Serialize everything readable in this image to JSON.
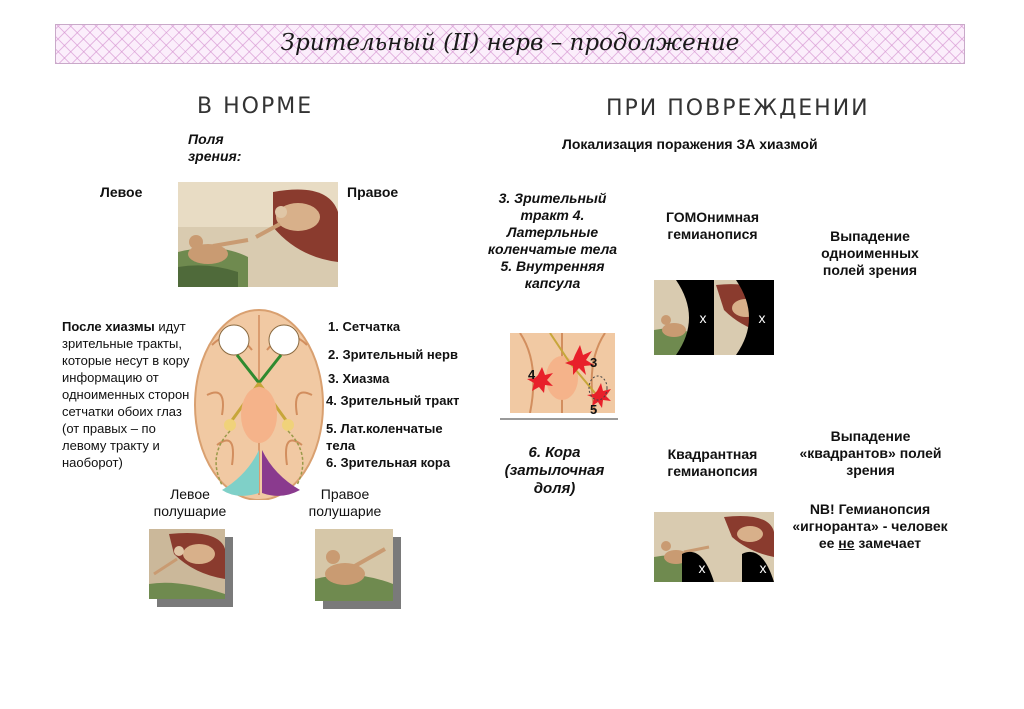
{
  "title": "Зрительный (II) нерв – продолжение",
  "norm": {
    "heading": "В НОРМЕ",
    "fields_label": "Поля зрения:",
    "left_label": "Левое",
    "right_label": "Правое",
    "after_chiasm_bold": "После хиазмы",
    "after_chiasm_text": " идут зрительные тракты, которые несут в кору информацию от одноименных сторон сетчатки обоих глаз (от правых – по левому тракту и наоборот)",
    "legend": [
      "1. Сетчатка",
      "2. Зрительный нерв",
      "3. Хиазма",
      "4. Зрительный тракт",
      "5. Лат.коленчатые тела",
      "6. Зрительная кора"
    ],
    "left_hemisphere": "Левое полушарие",
    "right_hemisphere": "Правое полушарие"
  },
  "damage": {
    "heading": "ПРИ ПОВРЕЖДЕНИИ",
    "localization": "Локализация поражения ЗА хиазмой",
    "structures_top": "3. Зрительный тракт 4. Латерльные коленчатые тела 5. Внутренняя капсула",
    "marker_labels": [
      "3",
      "4",
      "5"
    ],
    "homonymous_label": "ГОМОнимная гемианопися",
    "homonymous_desc": "Выпадение одноименных полей зрения",
    "x_mark": "x",
    "cortex_label": "6. Кора (затылочная доля)",
    "quadrant_label": "Квадрантная гемианопсия",
    "quadrant_desc": "Выпадение «квадрантов» полей зрения",
    "nb_part1": "NB! Гемианопсия «игноранта» - человек ее ",
    "nb_underline": "не",
    "nb_part2": " замечает"
  },
  "colors": {
    "banner_bg": "#fbeefb",
    "lesion_red": "#e8202a",
    "cortex_purple": "#8a3a8e",
    "cortex_teal": "#7fd0c8",
    "brain_tan": "#f1c9a3"
  }
}
